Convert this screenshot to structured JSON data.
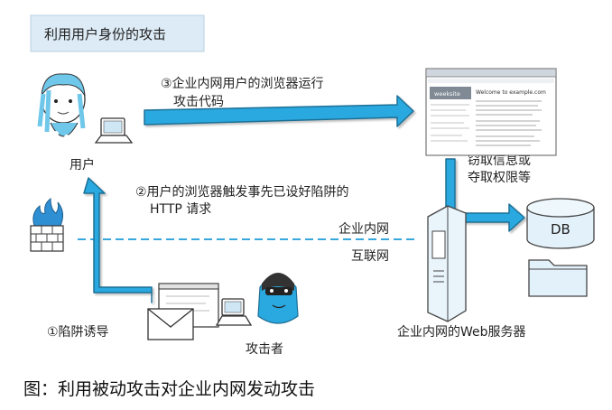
{
  "title_box": "利用用户身份的攻击",
  "labels": {
    "user": "用户",
    "attacker": "攻击者",
    "intranet": "企业内网",
    "internet": "互联网",
    "db": "DB",
    "web_server": "企业内网的Web服务器",
    "steal": [
      "窃取信息或",
      "夺取权限等"
    ]
  },
  "steps": {
    "step1": "①陷阱诱导",
    "step2_lines": [
      "②用户的浏览器触发事先已设好陷阱的",
      "HTTP 请求"
    ],
    "step3_lines": [
      "③企业内网用户的浏览器运行",
      "攻击代码"
    ]
  },
  "webpage": {
    "site": "weeksite",
    "welcome": "Welcome to example.com"
  },
  "caption": "图：利用被动攻击对企业内网发动攻击",
  "colors": {
    "arrow_blue": "#2aa9e0",
    "title_bg": "#dcebf5",
    "db_fill": "#e3f1fa",
    "divider": "#38a8dc"
  }
}
